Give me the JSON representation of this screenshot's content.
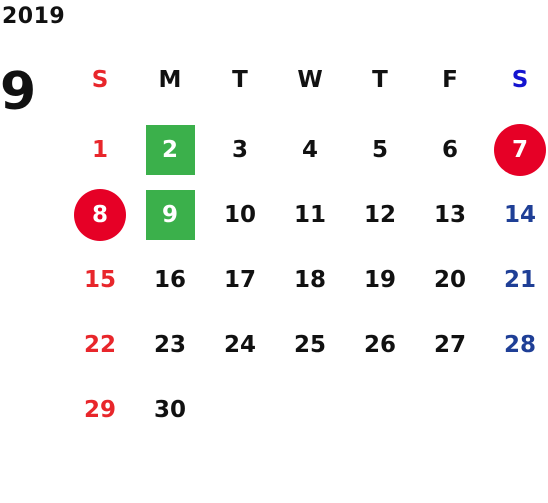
{
  "year": "2019",
  "month": "9",
  "colors": {
    "default": "#111111",
    "sunday": "#e8262b",
    "saturday": "#1f3f96",
    "saturday_header": "#1414d0",
    "holiday_circle": "#e60026",
    "highlight_square": "#3bb04b",
    "on_mark_text": "#ffffff"
  },
  "weekdays": [
    {
      "label": "S",
      "kind": "sunday"
    },
    {
      "label": "M",
      "kind": "weekday"
    },
    {
      "label": "T",
      "kind": "weekday"
    },
    {
      "label": "W",
      "kind": "weekday"
    },
    {
      "label": "T",
      "kind": "weekday"
    },
    {
      "label": "F",
      "kind": "weekday"
    },
    {
      "label": "S",
      "kind": "saturday"
    }
  ],
  "weeks": [
    [
      {
        "day": "1"
      },
      {
        "day": "2",
        "mark": "square"
      },
      {
        "day": "3"
      },
      {
        "day": "4"
      },
      {
        "day": "5"
      },
      {
        "day": "6"
      },
      {
        "day": "7",
        "mark": "circle"
      }
    ],
    [
      {
        "day": "8",
        "mark": "circle"
      },
      {
        "day": "9",
        "mark": "square"
      },
      {
        "day": "10"
      },
      {
        "day": "11"
      },
      {
        "day": "12"
      },
      {
        "day": "13"
      },
      {
        "day": "14"
      }
    ],
    [
      {
        "day": "15"
      },
      {
        "day": "16"
      },
      {
        "day": "17"
      },
      {
        "day": "18"
      },
      {
        "day": "19"
      },
      {
        "day": "20"
      },
      {
        "day": "21"
      }
    ],
    [
      {
        "day": "22"
      },
      {
        "day": "23"
      },
      {
        "day": "24"
      },
      {
        "day": "25"
      },
      {
        "day": "26"
      },
      {
        "day": "27"
      },
      {
        "day": "28"
      }
    ],
    [
      {
        "day": "29"
      },
      {
        "day": "30"
      },
      null,
      null,
      null,
      null,
      null
    ]
  ]
}
